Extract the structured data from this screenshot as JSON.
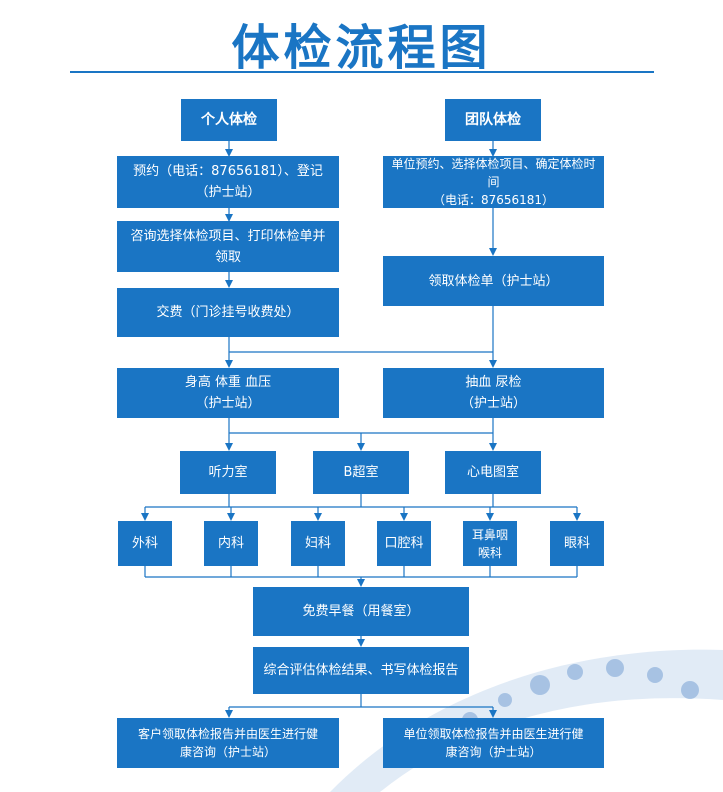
{
  "title": "体检流程图",
  "colors": {
    "primary": "#1a75c4",
    "decor": "#b7cde8"
  },
  "boxes": {
    "personal": "个人体检",
    "team": "团队体检",
    "p_appoint": "预约（电话：87656181）、登记\n（护士站）",
    "t_appoint": "单位预约、选择体检项目、确定体检时间\n（电话：87656181）",
    "p_consult": "咨询选择体检项目、打印体检单并\n领取",
    "t_receive": "领取体检单（护士站）",
    "p_pay": "交费（门诊挂号收费处）",
    "height_weight": "身高 体重 血压\n（护士站）",
    "blood_urine": "抽血 尿检\n（护士站）",
    "hearing": "听力室",
    "bultra": "B超室",
    "ecg": "心电图室",
    "surgery": "外科",
    "internal": "内科",
    "gyn": "妇科",
    "dental": "口腔科",
    "ent": "耳鼻咽\n喉科",
    "eye": "眼科",
    "breakfast": "免费早餐（用餐室）",
    "evaluate": "综合评估体检结果、书写体检报告",
    "client_report": "客户领取体检报告并由医生进行健\n康咨询（护士站）",
    "unit_report": "单位领取体检报告并由医生进行健\n康咨询（护士站）"
  }
}
